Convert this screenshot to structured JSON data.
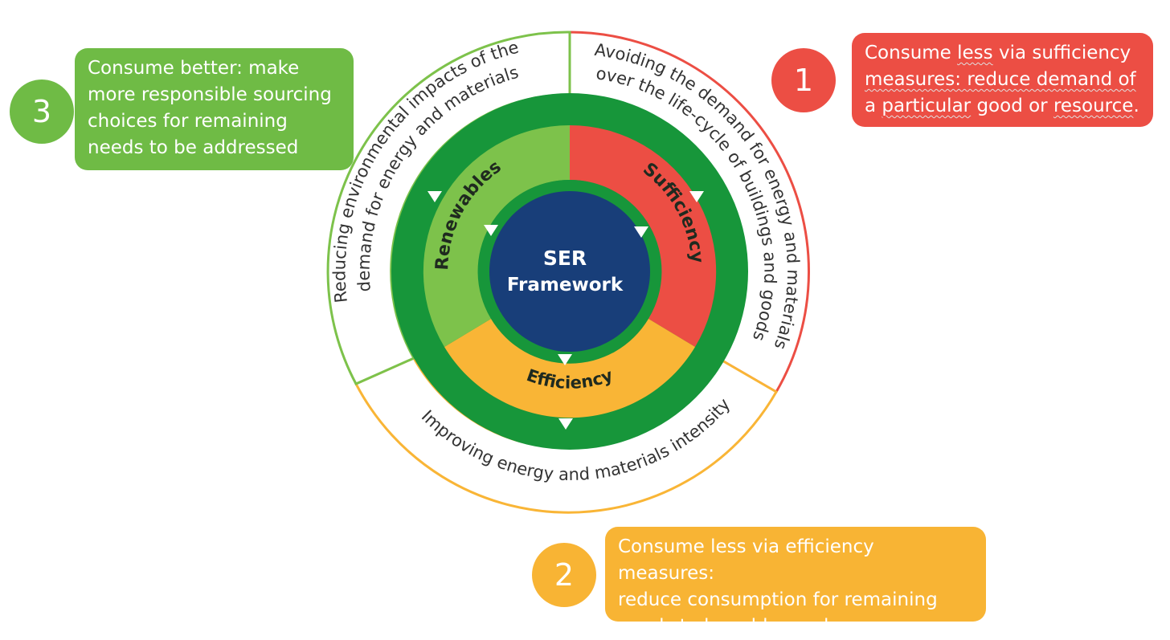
{
  "center": {
    "line1": "SER",
    "line2": "Framework"
  },
  "segments": {
    "sufficiency": "Sufficiency",
    "efficiency": "Efficiency",
    "renewables": "Renewables"
  },
  "outer_arcs": {
    "sufficiency_line1": "Avoiding the demand for energy and materials",
    "sufficiency_line2": "over the life-cycle of buildings and goods",
    "efficiency": "Improving energy and materials intensity",
    "renewables_line1": "Reducing environmental impacts of the",
    "renewables_line2": "demand for energy and materials"
  },
  "callouts": {
    "one": {
      "number": "1",
      "line1_pre": "Consume ",
      "line1_spell": "less",
      "line1_post": " via sufficiency",
      "line2": "measures: reduce demand of",
      "line3_pre": "a ",
      "line3_spell1": "particular",
      "line3_mid": " good or ",
      "line3_spell2": "resource",
      "line3_post": "."
    },
    "two": {
      "number": "2",
      "text": "Consume less via efficiency measures:\nreduce consumption for remaining\nneeds to be addressed"
    },
    "three": {
      "number": "3",
      "text": "Consume better: make\nmore responsible sourcing\nchoices for remaining\nneeds to be addressed"
    }
  },
  "colors": {
    "red": "#ec4e44",
    "orange": "#f9b536",
    "green_light": "#7dc24b",
    "green_dark": "#17963a",
    "navy": "#183e79",
    "callout_green": "#6fbb45",
    "callout_orange": "#f8b434"
  }
}
